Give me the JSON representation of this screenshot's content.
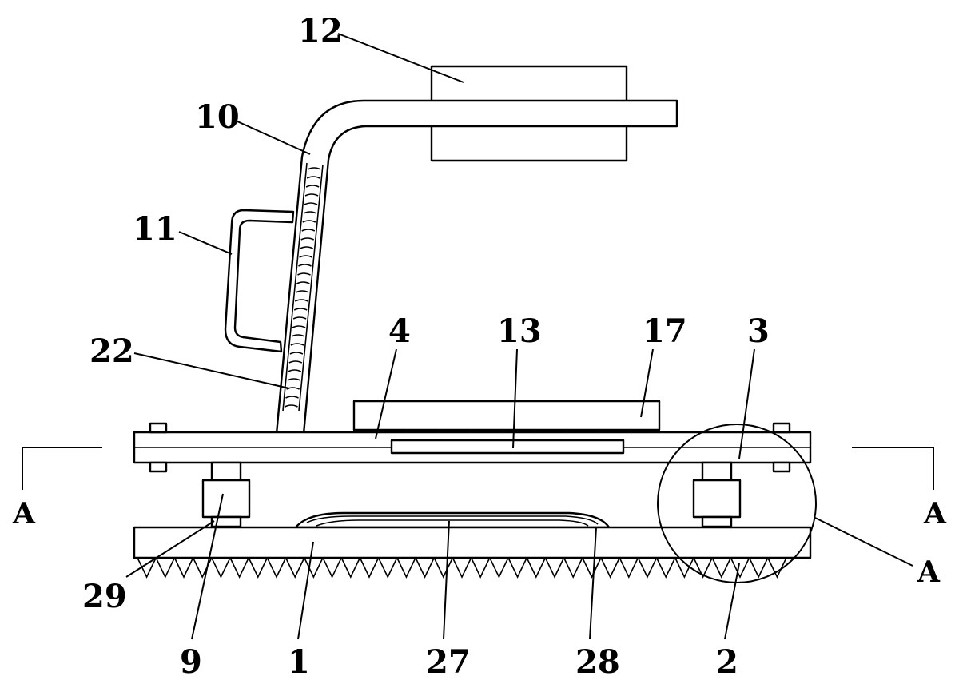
{
  "figure": {
    "labels": {
      "p12": "12",
      "p10": "10",
      "p11": "11",
      "p22": "22",
      "p4": "4",
      "p13": "13",
      "p17": "17",
      "p3": "3",
      "p29": "29",
      "p9": "9",
      "p1": "1",
      "p27": "27",
      "p28": "28",
      "p2": "2"
    },
    "section_marks": {
      "left": "A",
      "right": "A",
      "detail": "A"
    }
  }
}
